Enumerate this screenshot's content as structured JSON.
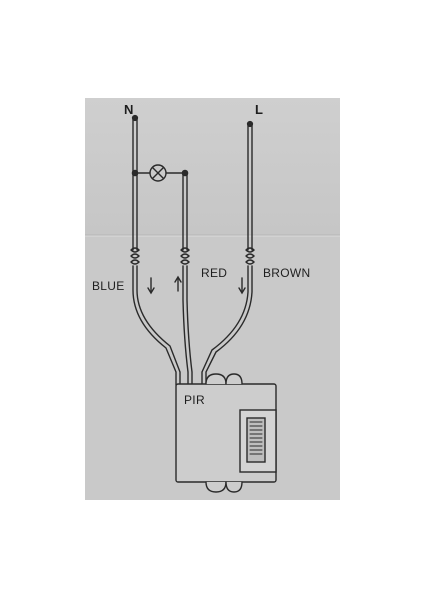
{
  "labels": {
    "neutral": "N",
    "line": "L",
    "blue": "BLUE",
    "red": "RED",
    "brown": "BROWN",
    "pir": "PIR"
  },
  "icons": [
    "lamp-icon",
    "arrow-down-icon",
    "arrow-up-icon"
  ],
  "colors": {
    "paper": "#c9c9c9",
    "ink": "#2a2a2a"
  }
}
